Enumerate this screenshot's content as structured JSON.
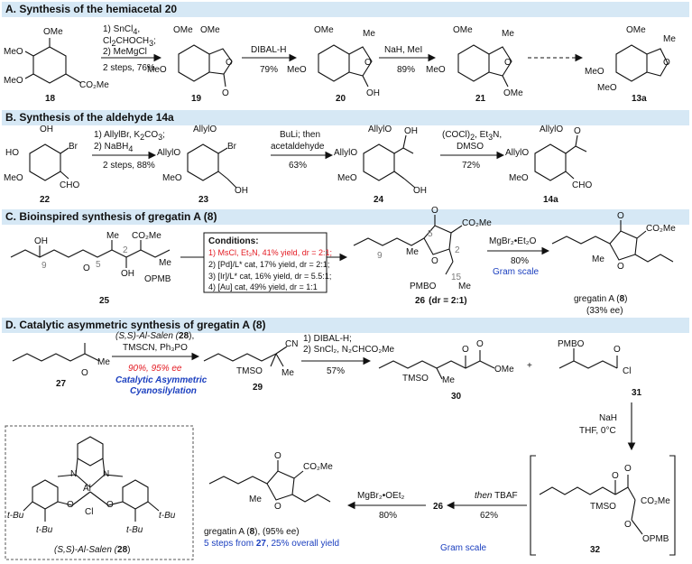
{
  "sections": {
    "a": "A. Synthesis of the hemiacetal 20",
    "b": "B. Synthesis of the aldehyde 14a",
    "c": "C. Bioinspired synthesis of gregatin A (8)",
    "d": "D. Catalytic asymmetric synthesis of gregatin A (8)"
  },
  "a": {
    "c18": "18",
    "c19": "19",
    "c20": "20",
    "c21": "21",
    "c13a": "13a",
    "r1_l1": "1) SnCl",
    "r1_l1sub": "4",
    "r1_l1end": ",",
    "r1_l2": "Cl",
    "r1_l2sub": "2",
    "r1_l2b": "CHOCH",
    "r1_l2sub2": "3",
    "r1_l2end": ";",
    "r1_l3": "2) MeMgCl",
    "r1_l4": "2 steps, 76%",
    "r2_top": "DIBAL-H",
    "r2_bot": "79%",
    "r3_top": "NaH, MeI",
    "r3_bot": "89%",
    "OMe": "OMe",
    "MeO": "MeO",
    "CO2Me": "CO₂Me",
    "Me": "Me",
    "OH": "OH",
    "O": "O"
  },
  "b": {
    "c22": "22",
    "c23": "23",
    "c24": "24",
    "c14a": "14a",
    "r1_l1": "1) AllylBr, K",
    "r1_l1sub": "2",
    "r1_l1b": "CO",
    "r1_l1sub2": "3",
    "r1_l1end": ";",
    "r1_l2": "2) NaBH",
    "r1_l2sub": "4",
    "r1_l3": "2 steps, 88%",
    "r2_l1": "BuLi; then",
    "r2_l2": "acetaldehyde",
    "r2_l3": "63%",
    "r3_l1": "(COCl)",
    "r3_l1sub": "2",
    "r3_l1b": ", Et",
    "r3_l1sub2": "3",
    "r3_l1end": "N,",
    "r3_l2": "DMSO",
    "r3_l3": "72%",
    "HO": "HO",
    "Br": "Br",
    "CHO": "CHO",
    "AllylO": "AllylO",
    "OH": "OH"
  },
  "c": {
    "c25": "25",
    "c26": "26",
    "c26_note": "(dr = 2:1)",
    "cond_title": "Conditions:",
    "cond1": "1) MsCl, Et₃N, 41% yield, dr = 2:1;",
    "cond2": "2) [Pd]/L* cat, 17% yield, dr = 2:1;",
    "cond3": "3) [Ir]/L* cat, 16% yield, dr = 5.5:1;",
    "cond4": "4) [Au] cat, 49% yield, dr = 1:1",
    "r2_top": "MgBr₂•Et₂O",
    "r2_yield": "80%",
    "r2_scale": "Gram scale",
    "product": "gregatin A (",
    "product_num": "8",
    "product_end": ")",
    "product_ee": "(33% ee)",
    "n9": "9",
    "n5": "5",
    "n2": "2",
    "n15": "15",
    "OPMB": "OPMB",
    "PMBO": "PMBO",
    "CO2Me": "CO₂Me",
    "Me": "Me",
    "OH": "OH",
    "O": "O"
  },
  "d": {
    "c27": "27",
    "c28": "28",
    "c29": "29",
    "c30": "30",
    "c31": "31",
    "c32": "32",
    "c26": "26",
    "r1_l1": "(S,S)-Al-Salen (",
    "r1_l1num": "28",
    "r1_l1end": "),",
    "r1_l2": "TMSCN, Ph₃PO",
    "r1_l3": "90%, 95% ee",
    "r1_l4": "Catalytic Asymmetric",
    "r1_l5": "Cyanosilylation",
    "r2_l1": "1) DIBAL-H;",
    "r2_l2": "2) SnCl₂, N₂CHCO₂Me",
    "r2_l3": "57%",
    "r3_l1": "NaH",
    "r3_l2": "THF, 0°C",
    "r4_l1": "then",
    "r4_l1b": " TBAF",
    "r4_l2": "62%",
    "r5_top": "MgBr₂•OEt₂",
    "r5_bot": "80%",
    "gram": "Gram scale",
    "product": "gregatin A (",
    "product_num": "8",
    "product_end": "), (95% ee)",
    "product_note": "5 steps from ",
    "product_note_num": "27",
    "product_note_end": ", 25% overall yield",
    "salen_label": "(S,S)-Al-Salen (",
    "salen_num": "28",
    "salen_end": ")",
    "tBu": "t-Bu",
    "Al": "Al",
    "Cl": "Cl",
    "N": "N",
    "O": "O",
    "CN": "CN",
    "Me": "Me",
    "TMSO": "TMSO",
    "OMe": "OMe",
    "PMBO": "PMBO",
    "OPMB": "OPMB",
    "CO2Me": "CO₂Me",
    "plus": "+"
  }
}
